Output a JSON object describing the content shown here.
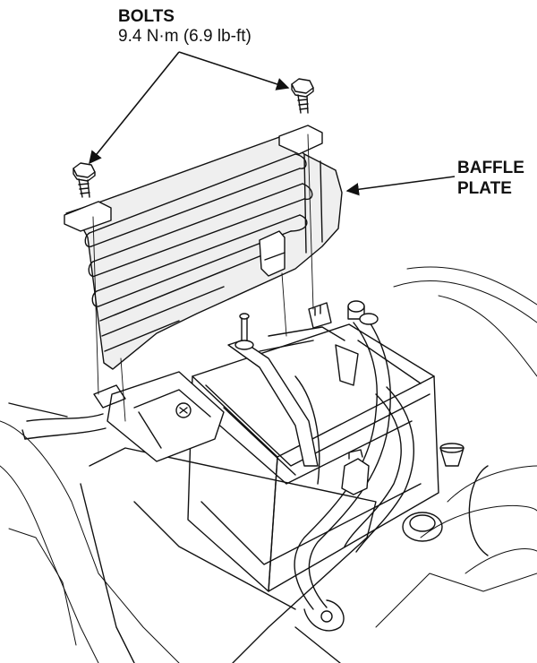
{
  "callouts": {
    "bolts": {
      "title": "BOLTS",
      "torque": "9.4 N·m (6.9 lb-ft)"
    },
    "baffle_plate": {
      "line1": "BAFFLE",
      "line2": "PLATE"
    }
  },
  "colors": {
    "ink": "#111111",
    "paper": "#ffffff",
    "shade": "#efefef"
  }
}
